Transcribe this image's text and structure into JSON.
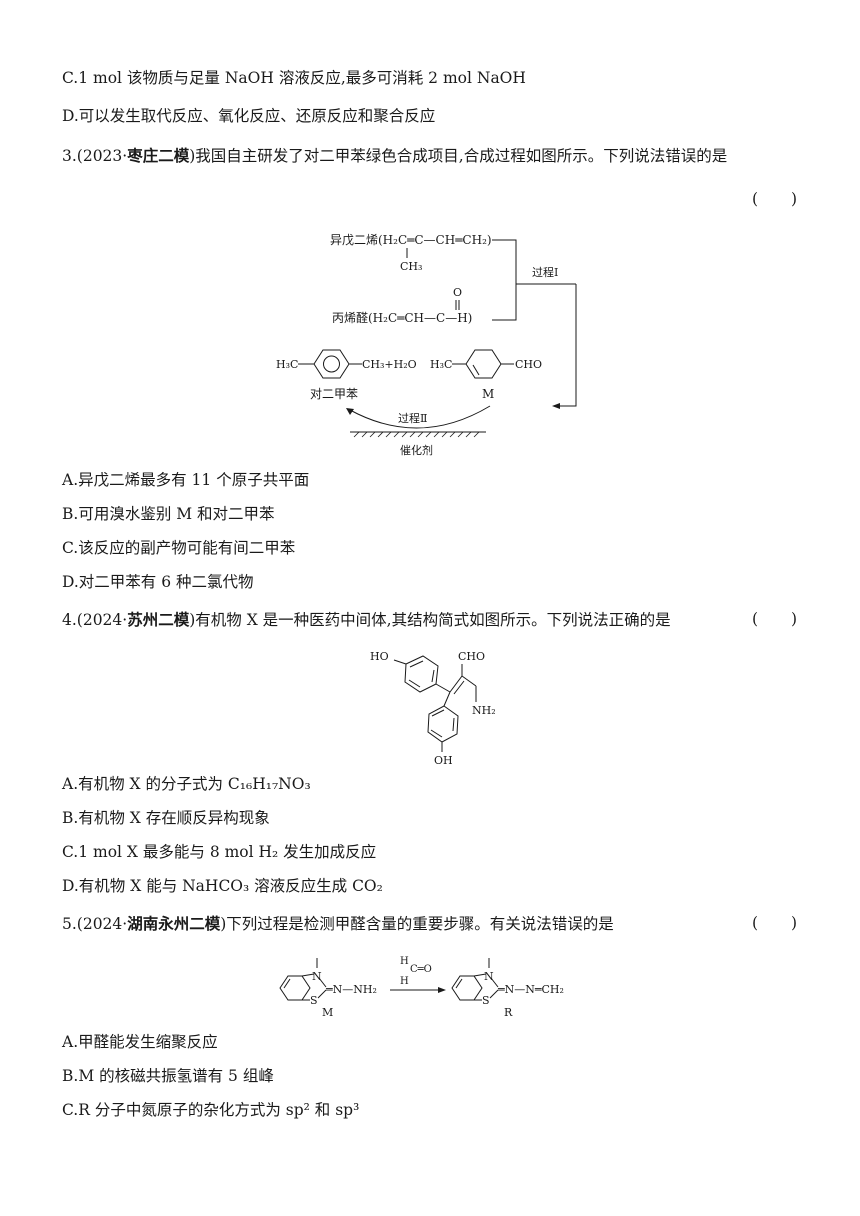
{
  "q2": {
    "optC": "C.1 mol 该物质与足量 NaOH 溶液反应,最多可消耗 2 mol NaOH",
    "optD": "D.可以发生取代反应、氧化反应、还原反应和聚合反应"
  },
  "q3": {
    "num": "3.(2023·",
    "src": "枣庄二模",
    "stem": ")我国自主研发了对二甲苯绿色合成项目,合成过程如图所示。下列说法错误的是",
    "paren": "(  )",
    "fig": {
      "isoprene": "异戊二烯(H₂C═C—CH═CH₂)",
      "ch3": "CH₃",
      "acrolein": "丙烯醛(H₂C═CH—C—H)",
      "o": "O",
      "process1": "过程Ⅰ",
      "process2": "过程Ⅱ",
      "pxylene_formula": "H₃C—⬡—CH₃+H₂O",
      "pxylene_name": "对二甲苯",
      "m_formula": "H₃C—⬡—CHO",
      "m_name": "M",
      "catalyst": "催化剂"
    },
    "optA": "A.异戊二烯最多有 11 个原子共平面",
    "optB": "B.可用溴水鉴别 M 和对二甲苯",
    "optC": "C.该反应的副产物可能有间二甲苯",
    "optD": "D.对二甲苯有 6 种二氯代物"
  },
  "q4": {
    "num": "4.(2024·",
    "src": "苏州二模",
    "stem": ")有机物 X 是一种医药中间体,其结构简式如图所示。下列说法正确的是",
    "paren": "(  )",
    "fig": {
      "ho": "HO",
      "cho": "CHO",
      "nh2": "NH₂",
      "oh": "OH"
    },
    "optA": "A.有机物 X 的分子式为 C₁₆H₁₇NO₃",
    "optB": "B.有机物 X 存在顺反异构现象",
    "optC": "C.1 mol X 最多能与 8 mol H₂ 发生加成反应",
    "optD": "D.有机物 X 能与 NaHCO₃ 溶液反应生成 CO₂"
  },
  "q5": {
    "num": "5.(2024·",
    "src": "湖南永州二模",
    "stem": ")下列过程是检测甲醛含量的重要步骤。有关说法错误的是",
    "paren": "(  )",
    "fig": {
      "m_n": "N",
      "m_s": "S",
      "m_chain": "═N—NH₂",
      "m_label": "M",
      "reagent_h1": "H",
      "reagent_h2": "H",
      "reagent_co": "C═O",
      "r_n": "N",
      "r_s": "S",
      "r_chain": "═N—N═CH₂",
      "r_label": "R"
    },
    "optA": "A.甲醛能发生缩聚反应",
    "optB": "B.M 的核磁共振氢谱有 5 组峰",
    "optC": "C.R 分子中氮原子的杂化方式为 sp² 和 sp³"
  }
}
